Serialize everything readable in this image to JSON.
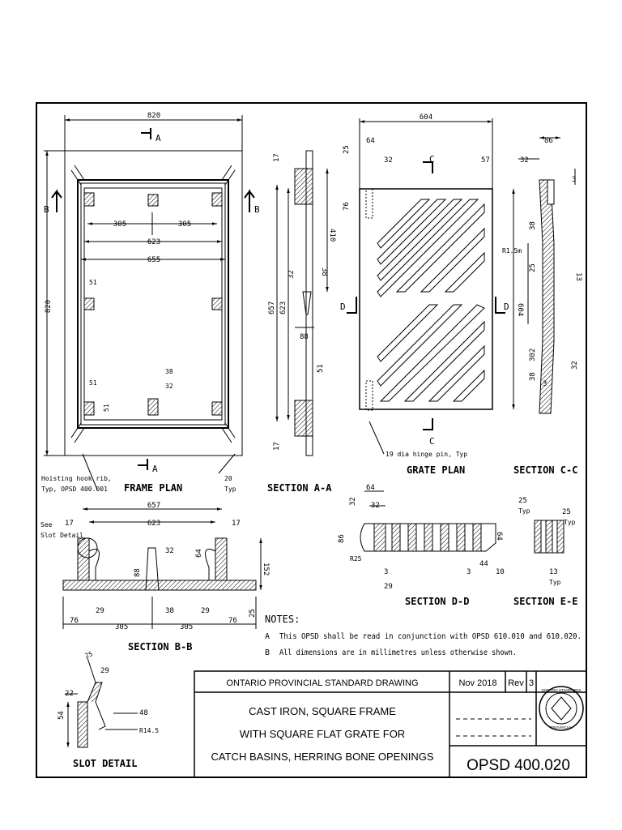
{
  "frame_plan": {
    "title": "FRAME PLAN",
    "dims": {
      "overall_w": "820",
      "overall_h": "820",
      "w305a": "305",
      "w305b": "305",
      "w623": "623",
      "w655": "655",
      "d51a": "51",
      "d51b": "51",
      "d51c": "51",
      "d38": "38",
      "d32": "32",
      "d20": "20",
      "typ": "Typ"
    },
    "section_marks": {
      "a_top": "A",
      "a_bot": "A",
      "b_left": "B",
      "b_right": "B"
    },
    "hook_note_1": "Hoisting hook rib,",
    "hook_note_2": "Typ, OPSD 400.001"
  },
  "section_aa": {
    "title": "SECTION A-A",
    "dims": {
      "d17a": "17",
      "d17b": "17",
      "d410": "410",
      "d32": "32",
      "d38": "38",
      "d657": "657",
      "d623": "623",
      "d88": "88",
      "d51": "51"
    }
  },
  "grate_plan": {
    "title": "GRATE PLAN",
    "dims": {
      "w604": "604",
      "d64": "64",
      "d25": "25",
      "d32": "32",
      "d57": "57",
      "d76": "76"
    },
    "section_marks": {
      "c_top": "C",
      "c_bot": "C",
      "d_left": "D",
      "d_right": "D"
    },
    "hinge_note": "19 dia hinge pin, Typ"
  },
  "section_cc": {
    "title": "SECTION C-C",
    "dims": {
      "d86": "86",
      "d32a": "32",
      "d3a": "3",
      "d38a": "38",
      "r15": "R1.5m",
      "d25": "25",
      "d13": "13",
      "d604": "604",
      "d302": "302",
      "d38b": "38",
      "d3b": "3",
      "d32b": "32"
    }
  },
  "section_bb": {
    "title": "SECTION B-B",
    "dims": {
      "d657": "657",
      "d623": "623",
      "d17a": "17",
      "d17b": "17",
      "d32": "32",
      "d64": "64",
      "d152": "152",
      "d88": "88",
      "d29a": "29",
      "d38": "38",
      "d29b": "29",
      "d25": "25",
      "d76a": "76",
      "d305a": "305",
      "d305b": "305",
      "d76b": "76"
    },
    "see_slot_1": "See",
    "see_slot_2": "Slot Detail"
  },
  "section_dd": {
    "title": "SECTION D-D",
    "dims": {
      "d64a": "64",
      "d32": "32",
      "d32b": "32",
      "d86": "86",
      "d64b": "64",
      "r25": "R25",
      "d3a": "3",
      "d3b": "3",
      "d44": "44",
      "d10": "10",
      "d29": "29"
    }
  },
  "section_ee": {
    "title": "SECTION E-E",
    "dims": {
      "d25a": "25",
      "typ1": "Typ",
      "d25b": "25",
      "typ2": "Typ",
      "d13": "13",
      "typ3": "Typ"
    }
  },
  "slot_detail": {
    "title": "SLOT DETAIL",
    "dims": {
      "d25": "25",
      "d29": "29",
      "d22": "22",
      "d54": "54",
      "d48": "48",
      "r145": "R14.5"
    }
  },
  "notes": {
    "heading": "NOTES:",
    "items": [
      {
        "letter": "A",
        "text": "This OPSD shall be read in conjunction with OPSD 610.010 and 610.020."
      },
      {
        "letter": "B",
        "text": "All dimensions are in millimetres unless otherwise shown."
      }
    ]
  },
  "title_block": {
    "header": "ONTARIO PROVINCIAL STANDARD DRAWING",
    "date": "Nov 2018",
    "rev_label": "Rev",
    "rev_value": "3",
    "title_lines": [
      "CAST IRON, SQUARE FRAME",
      "WITH SQUARE FLAT GRATE FOR",
      "CATCH BASINS, HERRING BONE OPENINGS"
    ],
    "drawing_number": "OPSD 400.020",
    "seal_top": "ONTARIO STANDARDS",
    "seal_bottom": "PROVINCIAL"
  }
}
